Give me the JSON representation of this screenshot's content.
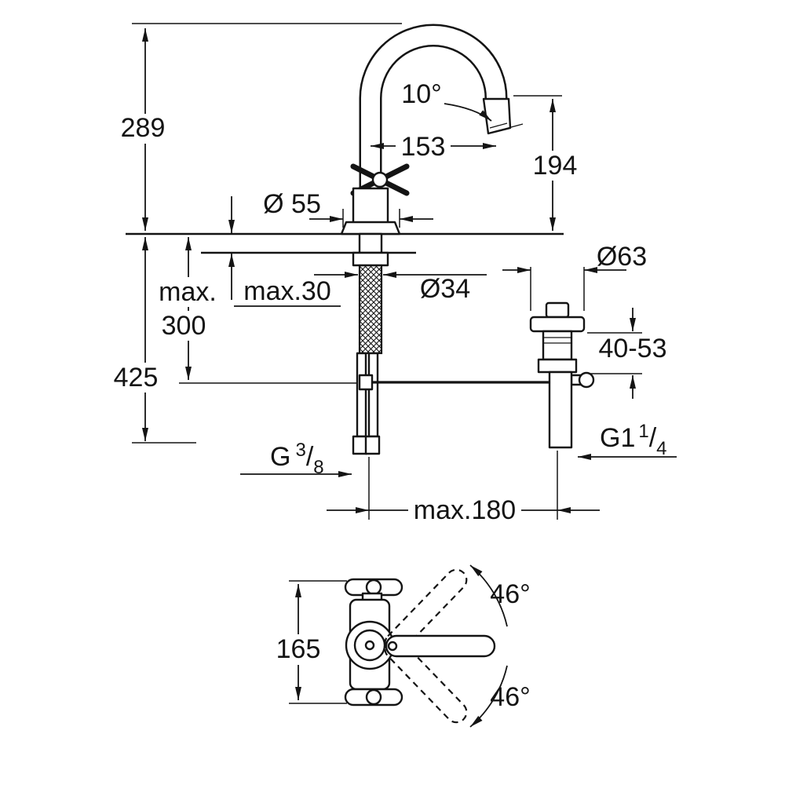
{
  "drawing": {
    "background_color": "#ffffff",
    "line_color": "#141414"
  },
  "side_view": {
    "overall_height": "289",
    "spout_reach": "153",
    "outlet_height": "194",
    "spout_angle": "10°",
    "base_diameter": "Ø 55",
    "deck_thickness_max": "max.30",
    "shank_diameter": "Ø34",
    "waste_flange_diameter": "Ø63",
    "rod_drop_max_line1": "max.",
    "rod_drop_max_line2": "300",
    "hose_drop": "425",
    "waste_adjustment": "40-53",
    "hole_spacing_max": "max.180",
    "supply_thread": {
      "prefix": "G",
      "numerator": "3",
      "slash": "/",
      "denominator": "8"
    },
    "waste_thread": {
      "prefix": "G1",
      "numerator": "1",
      "slash": "/",
      "denominator": "4"
    }
  },
  "top_view": {
    "body_height": "165",
    "swivel_up": "46°",
    "swivel_down": "46°"
  }
}
